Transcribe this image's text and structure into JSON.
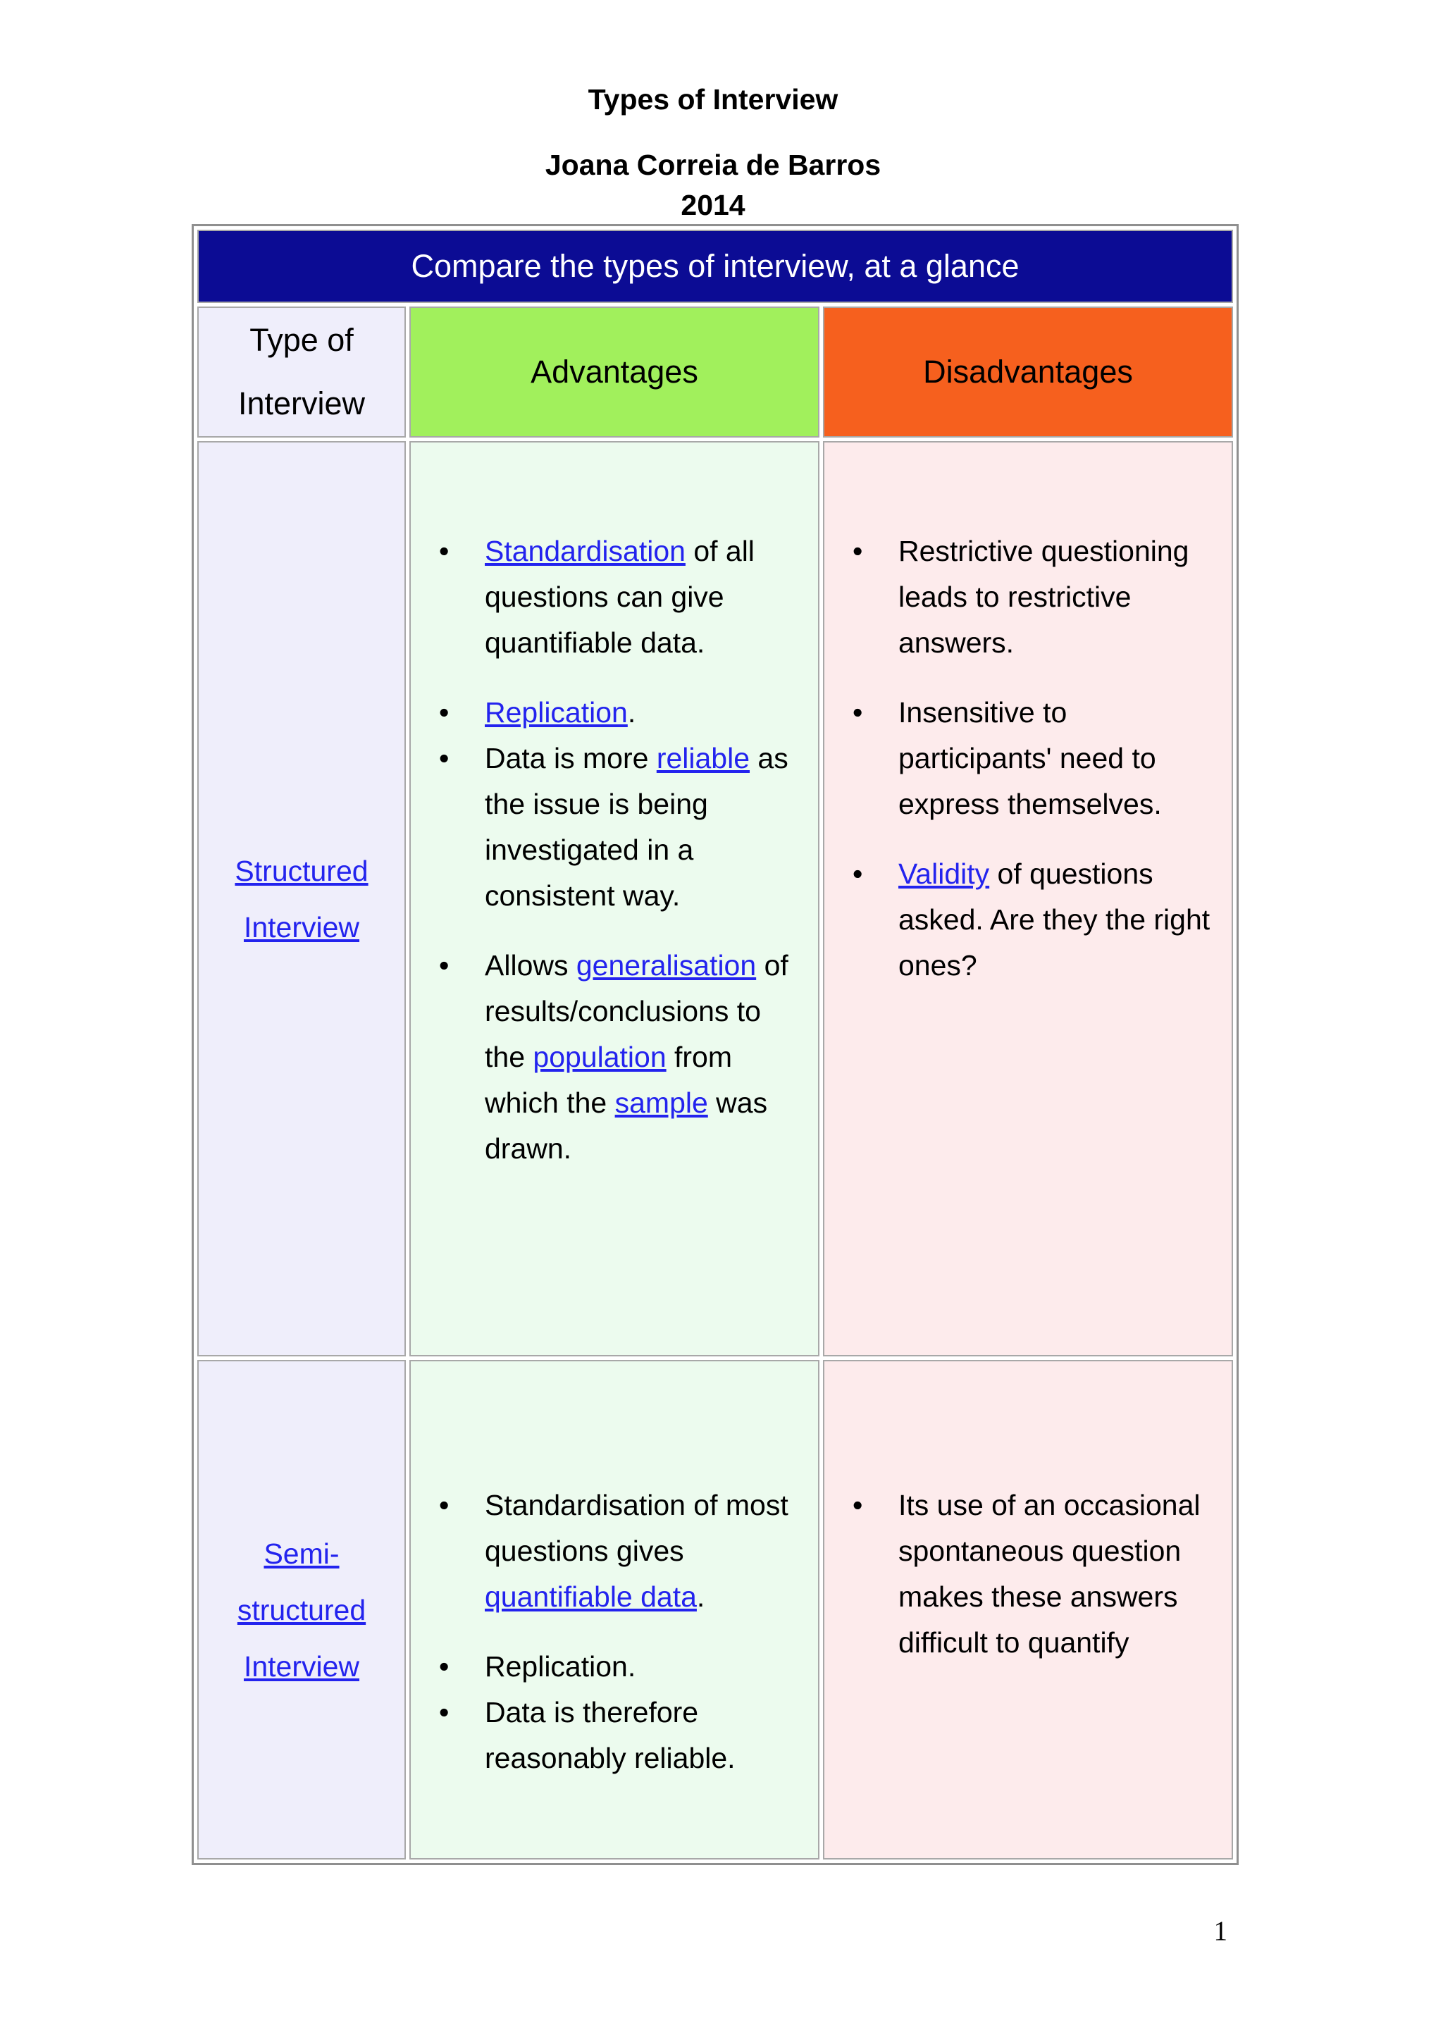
{
  "page": {
    "title": "Types of Interview",
    "author": "Joana Correia de Barros",
    "year": "2014",
    "page_number": "1"
  },
  "theme": {
    "header_bar_bg": "#0c0c94",
    "header_bar_text": "#ffffff",
    "advantages_header_bg": "#a1f05c",
    "disadvantages_header_bg": "#f6601e",
    "type_col_bg": "#efeefb",
    "advantages_col_bg": "#ecfbee",
    "disadvantages_col_bg": "#fdebec",
    "link_color": "#2323ee",
    "border_color": "#a8a8a8",
    "outer_border_color": "#8f8f8f"
  },
  "table": {
    "caption": "Compare the types of interview, at a glance",
    "columns": [
      "Type of Interview",
      "Advantages",
      "Disadvantages"
    ],
    "rows": [
      {
        "type": {
          "label": "Structured Interview"
        },
        "advantages": [
          {
            "spaced": false,
            "segments": [
              {
                "t": "Standardisation",
                "link": true
              },
              {
                "t": " of all questions can give quantifiable data."
              }
            ]
          },
          {
            "spaced": true,
            "segments": [
              {
                "t": "Replication",
                "link": true
              },
              {
                "t": "."
              }
            ]
          },
          {
            "spaced": false,
            "segments": [
              {
                "t": "Data is more "
              },
              {
                "t": "reliable",
                "link": true
              },
              {
                "t": " as the issue is being investigated in a consistent way."
              }
            ]
          },
          {
            "spaced": true,
            "segments": [
              {
                "t": "Allows "
              },
              {
                "t": "generalisation",
                "link": true
              },
              {
                "t": " of results/conclusions to the "
              },
              {
                "t": "population",
                "link": true
              },
              {
                "t": " from which the "
              },
              {
                "t": "sample",
                "link": true
              },
              {
                "t": " was drawn."
              }
            ]
          }
        ],
        "disadvantages": [
          {
            "spaced": false,
            "segments": [
              {
                "t": "Restrictive questioning leads to restrictive answers."
              }
            ]
          },
          {
            "spaced": true,
            "segments": [
              {
                "t": "Insensitive to participants' need to express themselves."
              }
            ]
          },
          {
            "spaced": true,
            "segments": [
              {
                "t": "Validity",
                "link": true
              },
              {
                "t": " of questions asked. Are they the right ones?"
              }
            ]
          }
        ]
      },
      {
        "type": {
          "label": "Semi-structured Interview"
        },
        "advantages": [
          {
            "spaced": false,
            "segments": [
              {
                "t": "Standardisation of most questions gives "
              },
              {
                "t": "quantifiable data",
                "link": true
              },
              {
                "t": "."
              }
            ]
          },
          {
            "spaced": true,
            "segments": [
              {
                "t": "Replication."
              }
            ]
          },
          {
            "spaced": false,
            "segments": [
              {
                "t": "Data is therefore reasonably reliable."
              }
            ]
          }
        ],
        "disadvantages": [
          {
            "spaced": false,
            "segments": [
              {
                "t": "Its use of an occasional spontaneous question makes these answers difficult to quantify"
              }
            ]
          }
        ]
      }
    ]
  }
}
